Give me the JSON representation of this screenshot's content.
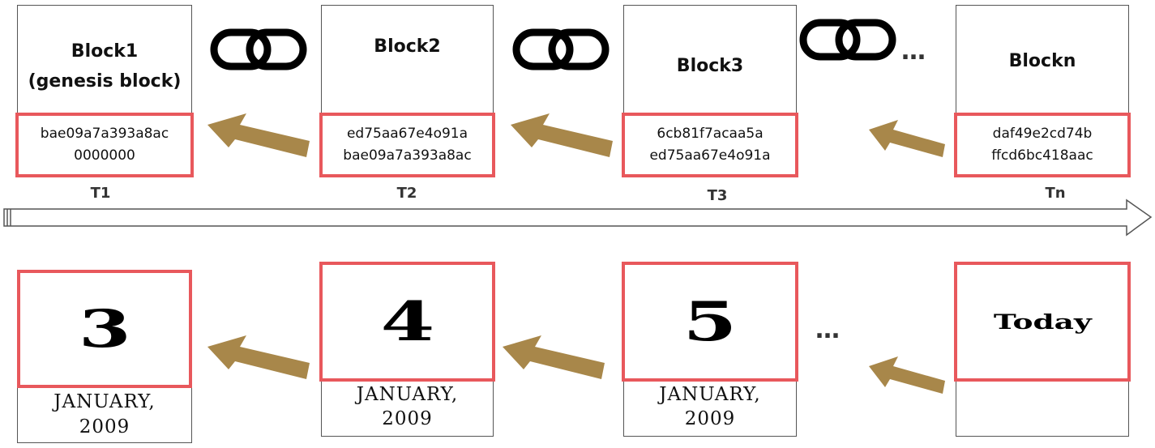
{
  "blocks": [
    {
      "title_line1": "Block1",
      "title_line2": "(genesis block)",
      "hash_line1": "bae09a7a393a8ac",
      "hash_line2": "0000000",
      "time_label": "T1"
    },
    {
      "title_line1": "Block2",
      "title_line2": "",
      "hash_line1": "ed75aa67e4o91a",
      "hash_line2": "bae09a7a393a8ac",
      "time_label": "T2"
    },
    {
      "title_line1": "Block3",
      "title_line2": "",
      "hash_line1": "6cb81f7acaa5a",
      "hash_line2": "ed75aa67e4o91a",
      "time_label": "T3"
    },
    {
      "title_line1": "Blockn",
      "title_line2": "",
      "hash_line1": "daf49e2cd74b",
      "hash_line2": "ffcd6bc418aac",
      "time_label": "Tn"
    }
  ],
  "chain_ellipsis": "…",
  "dates": [
    {
      "day": "3",
      "month": "JANUARY,",
      "year": "2009"
    },
    {
      "day": "4",
      "month": "JANUARY,",
      "year": "2009"
    },
    {
      "day": "5",
      "month": "JANUARY,",
      "year": "2009"
    },
    {
      "day": "Today",
      "month": "",
      "year": ""
    }
  ],
  "date_ellipsis": "…",
  "colors": {
    "frame": "#e8585c",
    "arrow": "#a8874a",
    "border": "#555555"
  },
  "icons": [
    "chain-link-icon",
    "back-arrow-icon",
    "timeline-arrow-icon"
  ]
}
